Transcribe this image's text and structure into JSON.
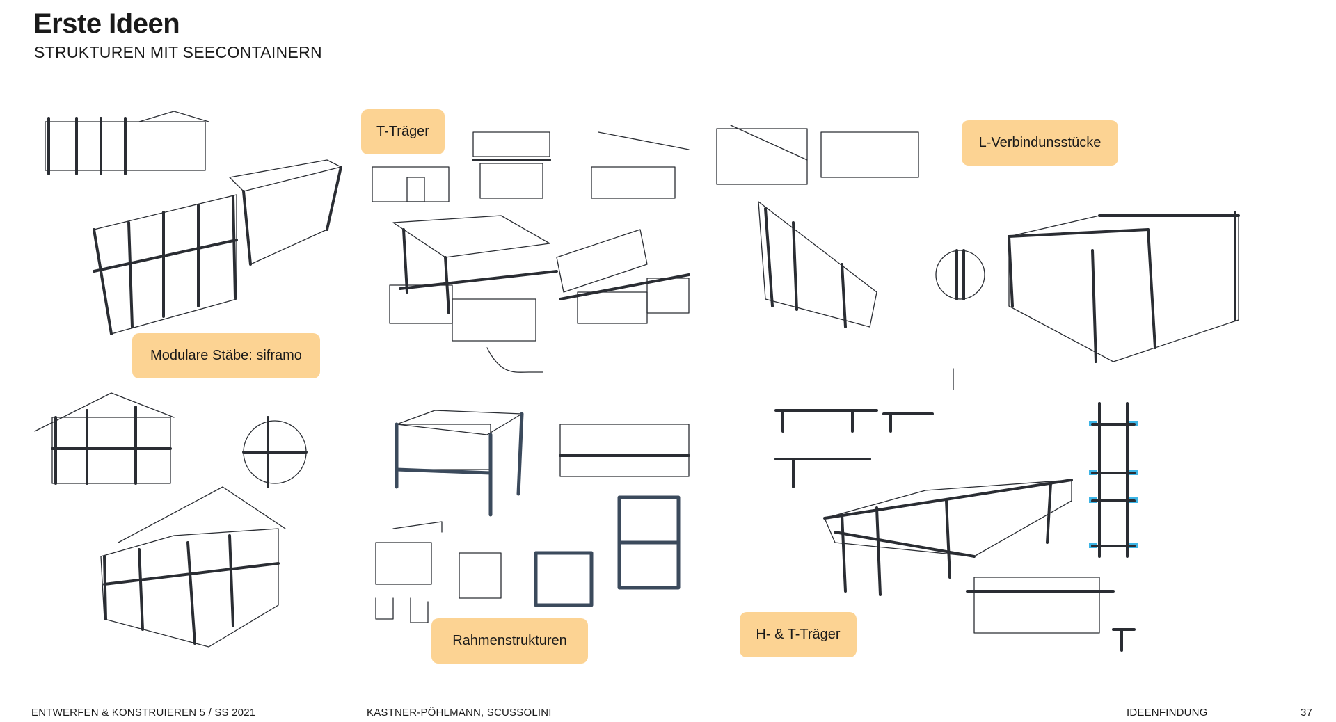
{
  "header": {
    "title": "Erste Ideen",
    "subtitle": "STRUKTUREN MIT SEECONTAINERN"
  },
  "labels": {
    "t_traeger": "T-Träger",
    "l_verbindung": "L-Verbindunsstücke",
    "modulare_staebe": "Modulare Stäbe: siframo",
    "rahmenstrukturen": "Rahmenstrukturen",
    "h_t_traeger": "H- & T-Träger"
  },
  "footer": {
    "course": "ENTWERFEN & KONSTRUIEREN 5 / SS 2021",
    "authors": "KASTNER-PÖHLMANN, SCUSSOLINI",
    "section": "IDEENFINDUNG",
    "page": "37"
  },
  "colors": {
    "tag_background": "#fcd393",
    "text": "#1a1a1a"
  }
}
